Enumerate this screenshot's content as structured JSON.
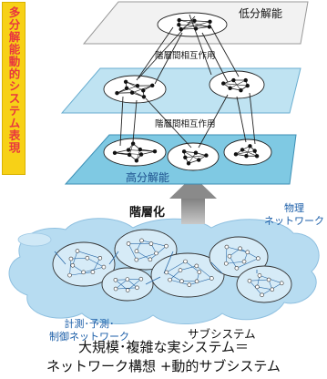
{
  "side_label": "多分解能動的システム表現",
  "layers": {
    "low": "低分解能",
    "interaction_1": "階層間相互作用",
    "interaction_2": "階層間相互作用",
    "high": "高分解能"
  },
  "arrow_label": "階層化",
  "network": {
    "physical_line1": "物理",
    "physical_line2": "ネットワーク",
    "control_line1": "計測･予測･",
    "control_line2": "制御ネットワーク",
    "subsystem": "サブシステム"
  },
  "caption": {
    "line1": "大規模･複雑な実システム＝",
    "line2": "ネットワーク構想 +動的サブシステム"
  },
  "colors": {
    "side_label_bg": "#f7d117",
    "side_label_text": "#e8373f",
    "mid_plane": "#bfe3f2",
    "low_plane": "#f2f2f2",
    "bottom_plane": "#7fc9e3",
    "cloud": "#b7dcf1",
    "arrow": "#9a9a9a",
    "node": "#111111"
  }
}
